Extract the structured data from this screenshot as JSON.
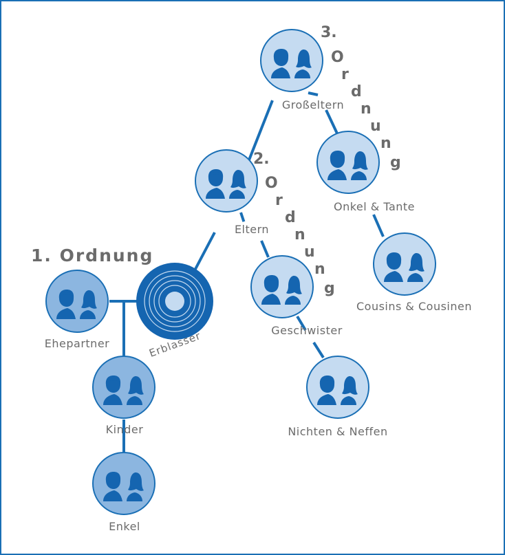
{
  "colors": {
    "frame": "#1a6fb5",
    "line": "#1a6fb5",
    "node_fill_light": "#c5dbf1",
    "node_fill_mid": "#8cb6e0",
    "node_stroke": "#1a6fb5",
    "icon": "#1565b0",
    "text": "#6b6b6b"
  },
  "orders": {
    "first": "1. Ordnung",
    "second_num": "2.",
    "third_num": "3.",
    "letters": [
      "O",
      "r",
      "d",
      "n",
      "u",
      "n",
      "g"
    ]
  },
  "nodes": {
    "erblasser": "Erblasser",
    "ehepartner": "Ehepartner",
    "kinder": "Kinder",
    "enkel": "Enkel",
    "eltern": "Eltern",
    "geschwister": "Geschwister",
    "nichten": "Nichten & Neffen",
    "grosseltern": "Großeltern",
    "onkel": "Onkel & Tante",
    "cousins": "Cousins & Cousinen"
  },
  "icons": {
    "person_pair": "people-icon",
    "target": "target-icon"
  }
}
